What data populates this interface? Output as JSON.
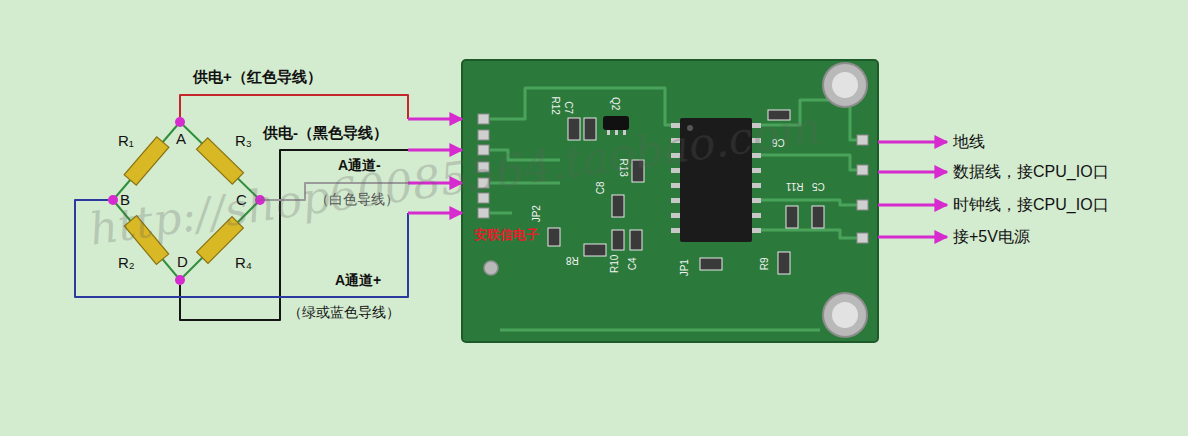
{
  "diagram": {
    "nodes": [
      {
        "text": [
          "A"
        ]
      },
      {
        "text": [
          "B"
        ]
      },
      {
        "text": [
          "C"
        ]
      },
      {
        "text": [
          "D"
        ]
      },
      {
        "text": [
          "安联信电子"
        ]
      },
      {
        "text": [
          "地线"
        ]
      },
      {
        "text": [
          "数据线，接CPU_IO口"
        ]
      },
      {
        "text": [
          "时钟线，接CPU_IO口"
        ]
      },
      {
        "text": [
          "接+5V电源"
        ]
      }
    ],
    "edges": [
      {
        "from": 0,
        "to": 4,
        "arrow": "to"
      },
      {
        "from": 3,
        "to": 4,
        "arrow": "to"
      },
      {
        "from": 2,
        "to": 4,
        "arrow": "to"
      },
      {
        "from": 1,
        "to": 4,
        "arrow": "to"
      },
      {
        "from": 4,
        "to": 5,
        "arrow": "to"
      },
      {
        "from": 4,
        "to": 6,
        "arrow": "to"
      },
      {
        "from": 4,
        "to": 7,
        "arrow": "to"
      },
      {
        "from": 4,
        "to": 8,
        "arrow": "to"
      }
    ],
    "labels": [
      "供电+（红色导线）",
      "供电-（黑色导线）",
      "A通道-",
      "（白色导线）",
      "A通道+",
      "（绿或蓝色导线）",
      "R₁",
      "R₃",
      "R₂",
      "R₄",
      "R12",
      "C7",
      "Q2",
      "R13",
      "C6",
      "C8",
      "JP2",
      "R8",
      "R10",
      "C4",
      "JP1",
      "R11",
      "C5",
      "R9",
      "http://shop60085564.taobao.com"
    ]
  }
}
